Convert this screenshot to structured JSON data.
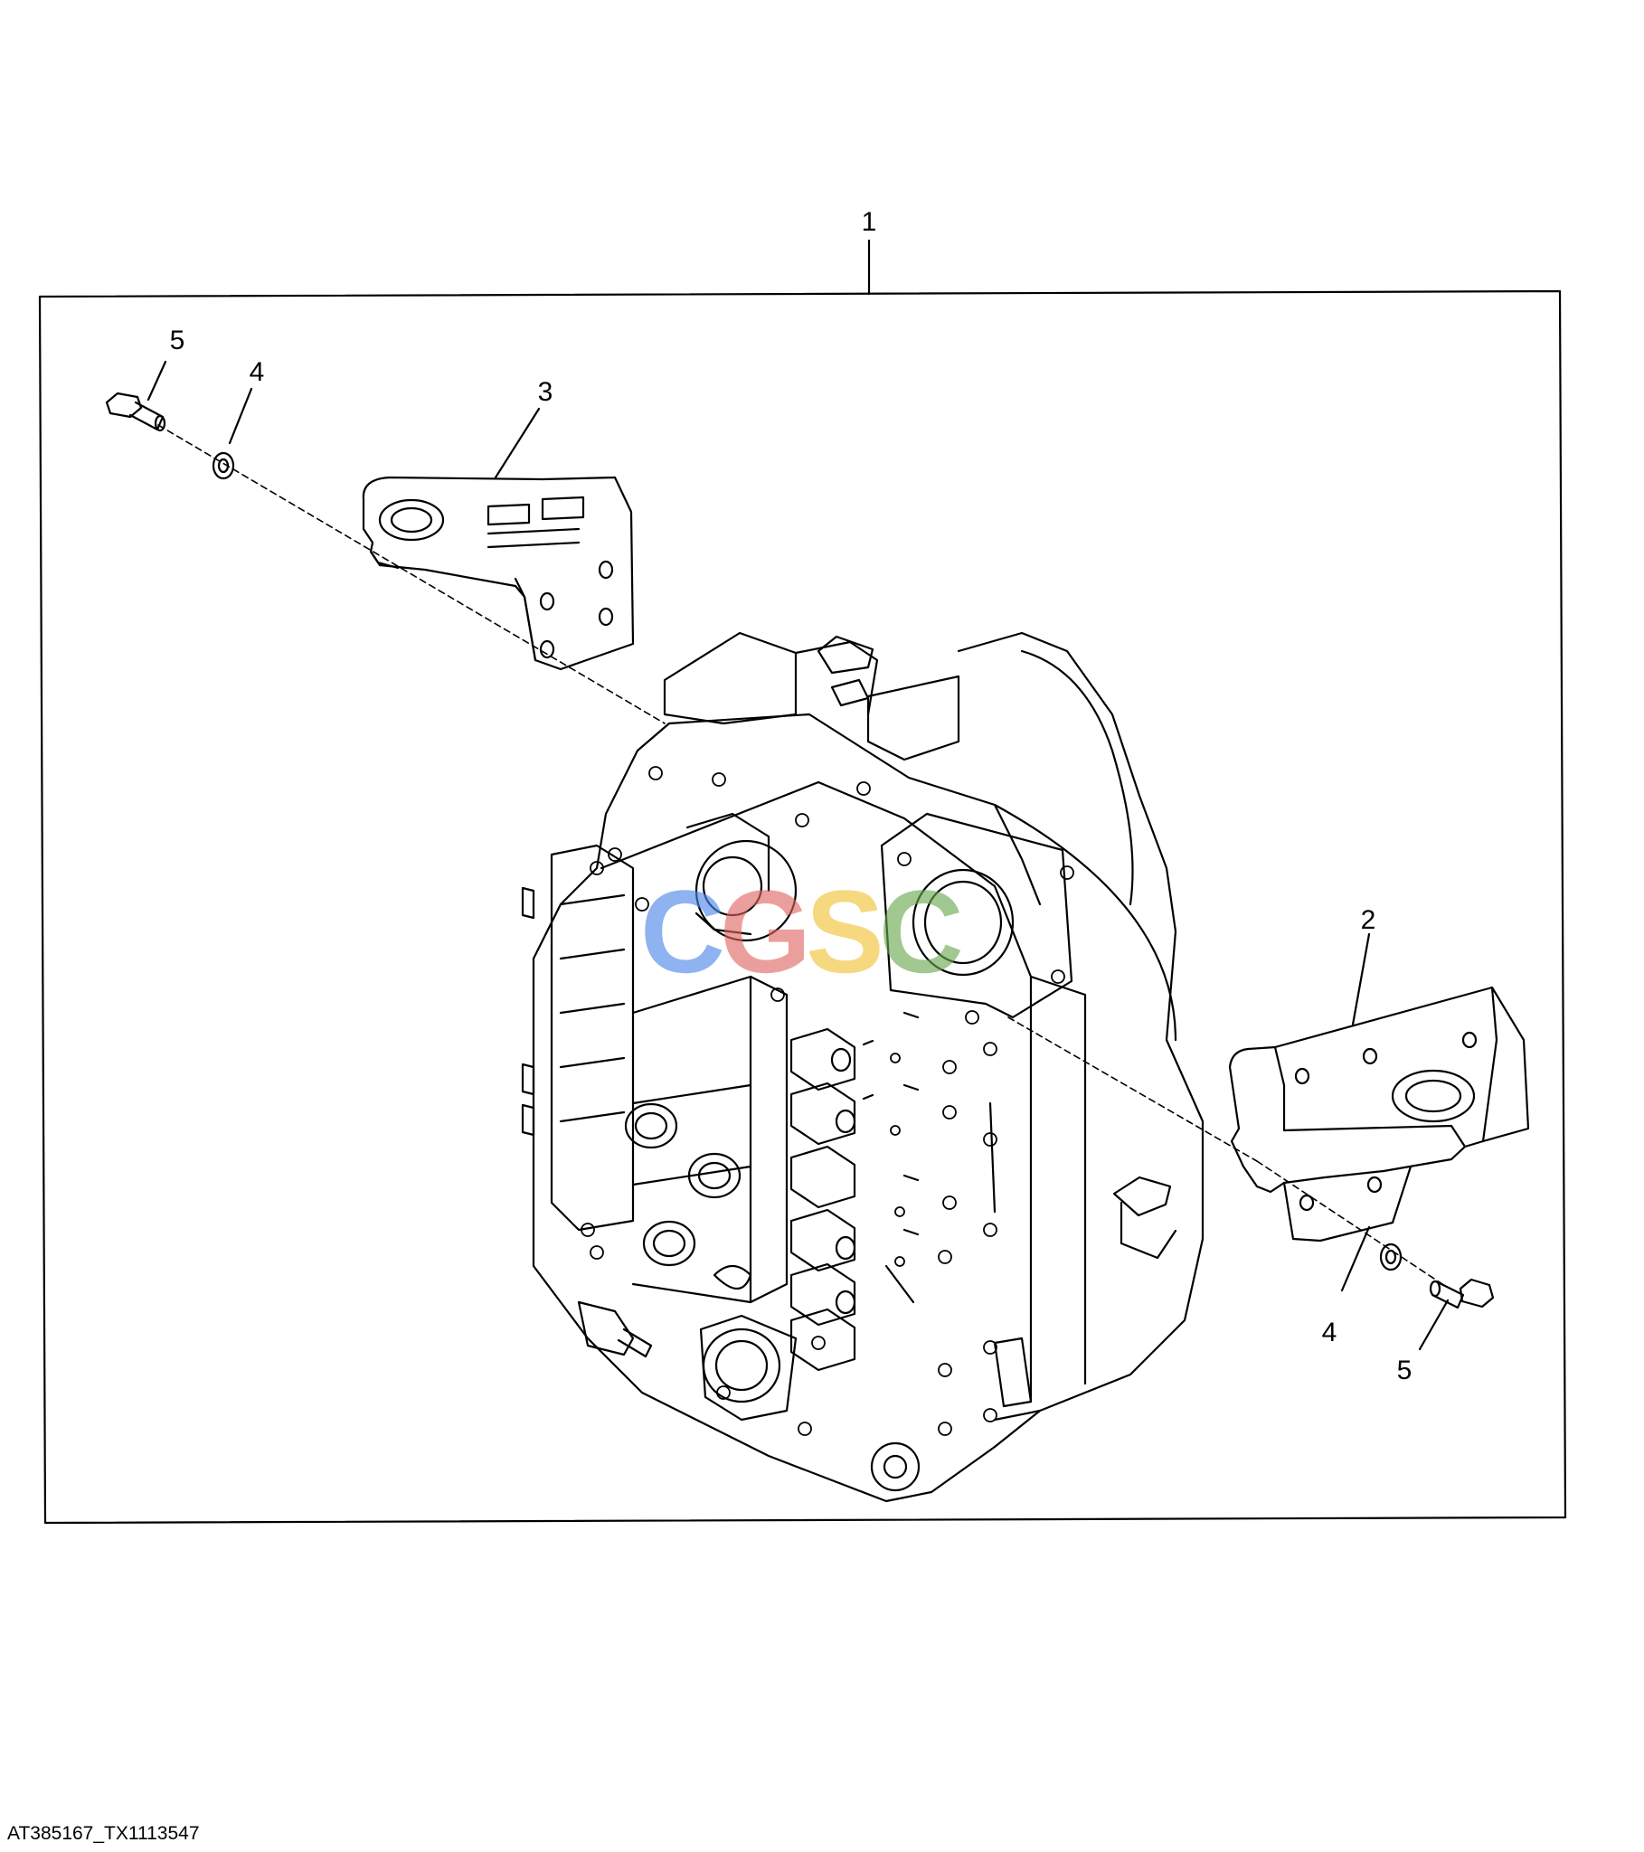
{
  "callouts": {
    "c1": "1",
    "c2": "2",
    "c3": "3",
    "c4a": "4",
    "c4b": "4",
    "c5a": "5",
    "c5b": "5"
  },
  "footer": {
    "image_id": "AT385167_TX1113547"
  },
  "watermark": {
    "letters": [
      "C",
      "G",
      "S",
      "C"
    ],
    "colors": [
      "#4a86e8",
      "#e06660",
      "#f1c232",
      "#6aa84f"
    ]
  }
}
